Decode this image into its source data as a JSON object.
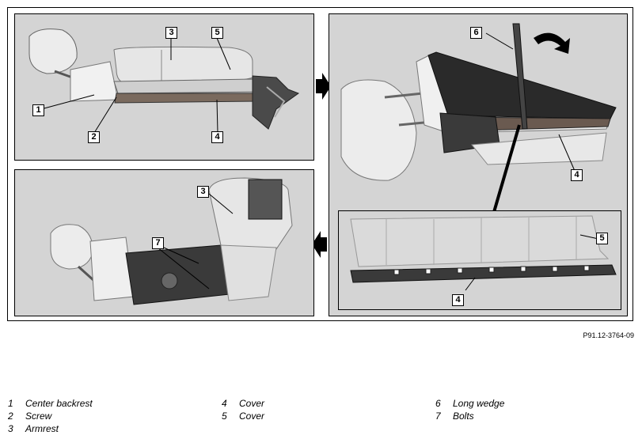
{
  "figure_code": "P91.12-3764-09",
  "callouts": {
    "tl": [
      "3",
      "5",
      "1",
      "2",
      "4"
    ],
    "tr": [
      "6",
      "4"
    ],
    "br": [
      "5",
      "4"
    ],
    "bl": [
      "3",
      "7"
    ]
  },
  "legend": [
    {
      "num": "1",
      "label": "Center backrest"
    },
    {
      "num": "2",
      "label": "Screw"
    },
    {
      "num": "3",
      "label": "Armrest"
    },
    {
      "num": "4",
      "label": "Cover"
    },
    {
      "num": "5",
      "label": "Cover"
    },
    {
      "num": "6",
      "label": "Long wedge"
    },
    {
      "num": "7",
      "label": "Bolts"
    }
  ],
  "icons": {
    "step_arrow": "arrow-right-icon",
    "step_arrow_back": "arrow-left-icon",
    "rotate": "rotate-arrow-icon"
  }
}
